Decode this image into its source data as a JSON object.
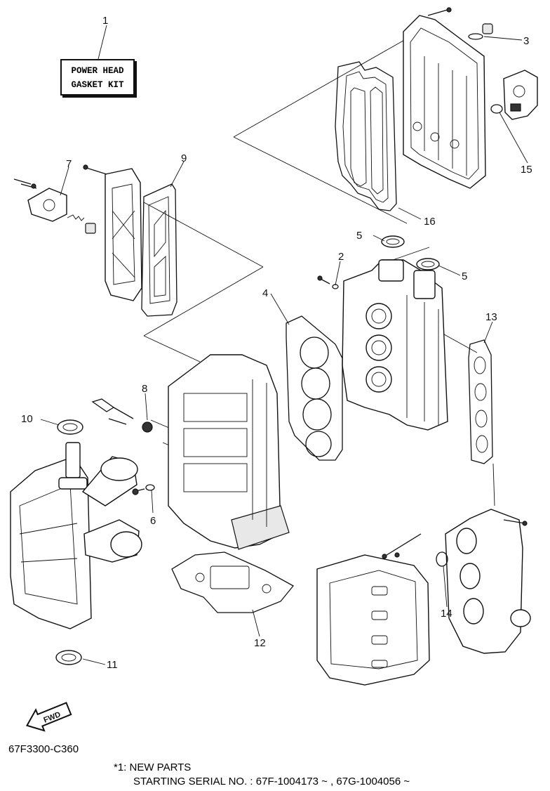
{
  "kit_box": {
    "line1": "POWER HEAD",
    "line2": "GASKET KIT"
  },
  "callouts": [
    "1",
    "2",
    "3",
    "4",
    "5",
    "5",
    "6",
    "7",
    "8",
    "9",
    "10",
    "11",
    "12",
    "13",
    "14",
    "15",
    "16"
  ],
  "fwd_label": "FWD",
  "diagram_code": "67F3300-C360",
  "note": {
    "line1": "*1: NEW PARTS",
    "line2": "STARTING SERIAL NO. : 67F-1004173 ~ , 67G-1004056 ~"
  }
}
